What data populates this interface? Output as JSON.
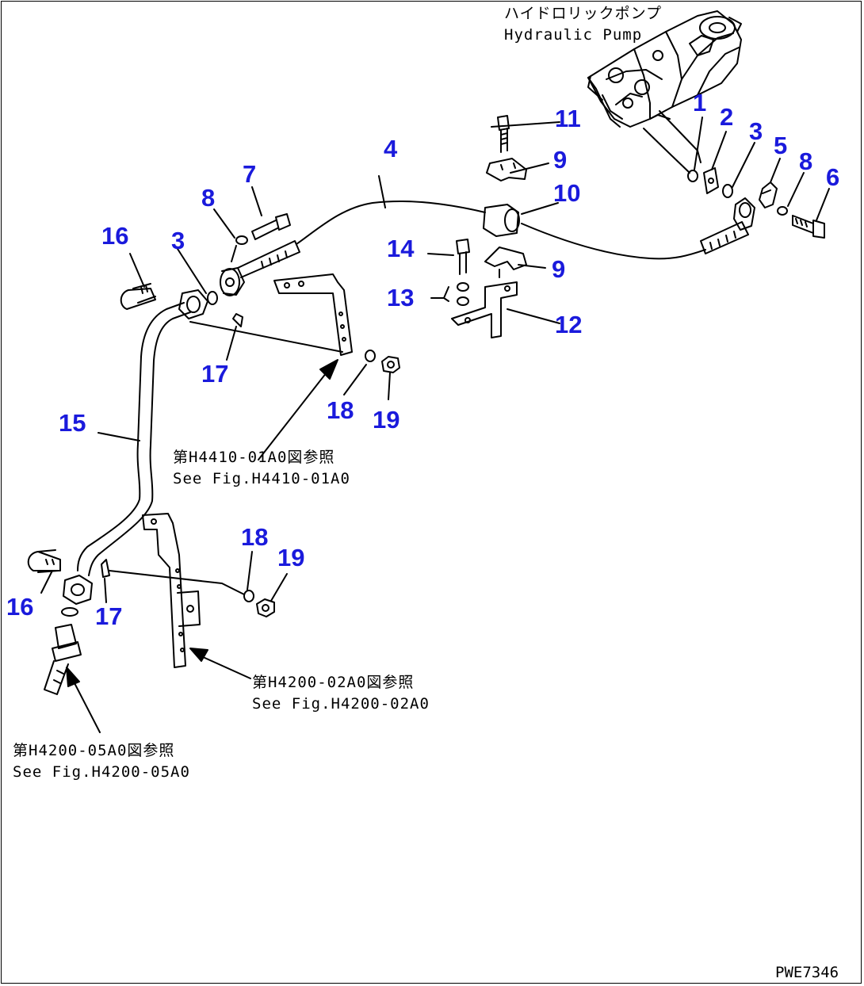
{
  "pump_label": {
    "jp": "ハイドロリックポンプ",
    "en": "Hydraulic Pump"
  },
  "callouts": [
    {
      "id": "c1",
      "text": "1"
    },
    {
      "id": "c2",
      "text": "2"
    },
    {
      "id": "c3a",
      "text": "3"
    },
    {
      "id": "c3b",
      "text": "3"
    },
    {
      "id": "c4",
      "text": "4"
    },
    {
      "id": "c5",
      "text": "5"
    },
    {
      "id": "c6",
      "text": "6"
    },
    {
      "id": "c7",
      "text": "7"
    },
    {
      "id": "c8a",
      "text": "8"
    },
    {
      "id": "c8b",
      "text": "8"
    },
    {
      "id": "c9a",
      "text": "9"
    },
    {
      "id": "c9b",
      "text": "9"
    },
    {
      "id": "c10",
      "text": "10"
    },
    {
      "id": "c11",
      "text": "11"
    },
    {
      "id": "c12",
      "text": "12"
    },
    {
      "id": "c13",
      "text": "13"
    },
    {
      "id": "c14",
      "text": "14"
    },
    {
      "id": "c15",
      "text": "15"
    },
    {
      "id": "c16a",
      "text": "16"
    },
    {
      "id": "c16b",
      "text": "16"
    },
    {
      "id": "c17a",
      "text": "17"
    },
    {
      "id": "c17b",
      "text": "17"
    },
    {
      "id": "c18a",
      "text": "18"
    },
    {
      "id": "c18b",
      "text": "18"
    },
    {
      "id": "c19a",
      "text": "19"
    },
    {
      "id": "c19b",
      "text": "19"
    }
  ],
  "references": [
    {
      "jp": "第H4410-01A0図参照",
      "en": "See Fig.H4410-01A0"
    },
    {
      "jp": "第H4200-02A0図参照",
      "en": "See Fig.H4200-02A0"
    },
    {
      "jp": "第H4200-05A0図参照",
      "en": "See Fig.H4200-05A0"
    }
  ],
  "drawing_number": "PWE7346",
  "colors": {
    "callout": "#1a1adc",
    "line": "#000000",
    "background": "#ffffff"
  }
}
